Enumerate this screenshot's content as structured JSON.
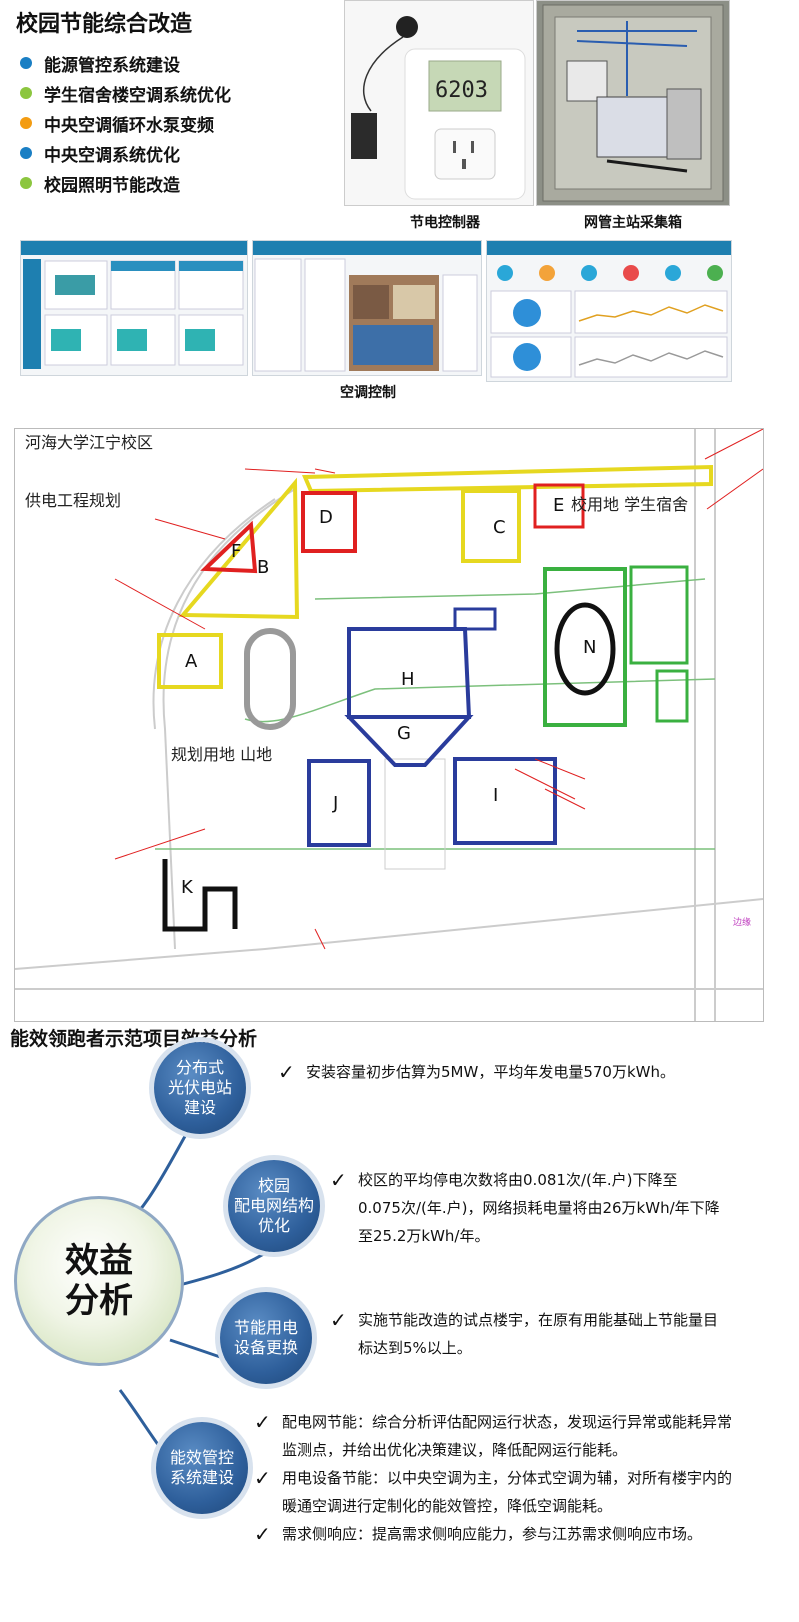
{
  "top": {
    "title": "校园节能综合改造",
    "bullets": [
      {
        "text": "能源管控系统建设",
        "color": "#1a7fc4"
      },
      {
        "text": "学生宿舍楼空调系统优化",
        "color": "#8cc63f"
      },
      {
        "text": "中央空调循环水泵变频",
        "color": "#f39c12"
      },
      {
        "text": "中央空调系统优化",
        "color": "#1a7fc4"
      },
      {
        "text": "校园照明节能改造",
        "color": "#8cc63f"
      }
    ],
    "device_display": "6203",
    "caption_controller": "节电控制器",
    "caption_box": "网管主站采集箱",
    "caption_ac": "空调控制"
  },
  "map": {
    "campus": "河海大学江宁校区",
    "plan": "供电工程规划",
    "dorm_text": "校用地  学生宿舍",
    "mountain_text": "规划用地  山地",
    "edge_text": "边缘",
    "zones": [
      "A",
      "B",
      "C",
      "D",
      "E",
      "F",
      "G",
      "H",
      "I",
      "J",
      "K",
      "N"
    ]
  },
  "benefit": {
    "title": "能效领跑者示范项目效益分析",
    "hub": "效益\n分析",
    "nodes": [
      {
        "label": "分布式\n光伏电站\n建设",
        "items": [
          "安装容量初步估算为5MW，平均年发电量570万kWh。"
        ]
      },
      {
        "label": "校园\n配电网结构\n优化",
        "items": [
          "校区的平均停电次数将由0.081次/(年.户)下降至0.075次/(年.户)，网络损耗电量将由26万kWh/年下降至25.2万kWh/年。"
        ]
      },
      {
        "label": "节能用电\n设备更换",
        "items": [
          "实施节能改造的试点楼宇，在原有用能基础上节能量目标达到5%以上。"
        ]
      },
      {
        "label": "能效管控\n系统建设",
        "items": [
          "配电网节能：综合分析评估配网运行状态，发现运行异常或能耗异常监测点，并给出优化决策建议，降低配网运行能耗。",
          "用电设备节能：以中央空调为主，分体式空调为辅，对所有楼宇内的暖通空调进行定制化的能效管控，降低空调能耗。",
          "需求侧响应：提高需求侧响应能力，参与江苏需求侧响应市场。"
        ]
      }
    ]
  }
}
